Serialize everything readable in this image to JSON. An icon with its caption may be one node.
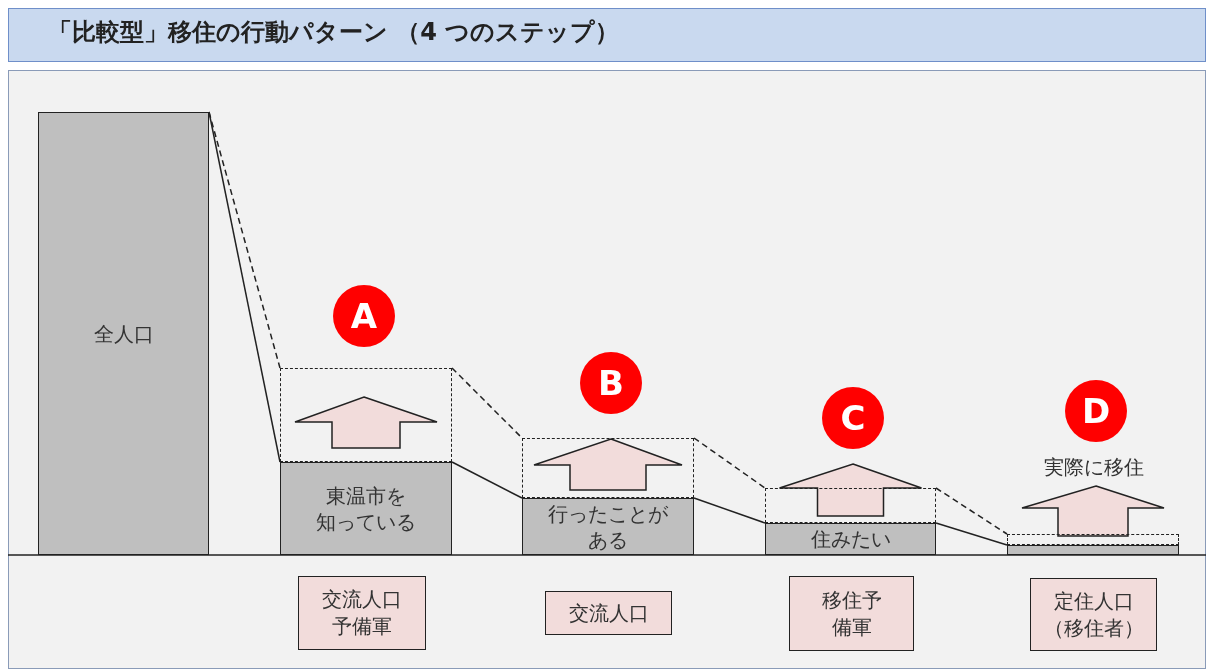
{
  "diagram": {
    "title": "「比較型」移住の行動パターン （4 つのステップ）",
    "nodes": [
      {
        "text": [
          "全人口"
        ]
      },
      {
        "text": [
          "A"
        ]
      },
      {
        "text": [
          "B"
        ]
      },
      {
        "text": [
          "C"
        ]
      },
      {
        "text": [
          "D"
        ]
      },
      {
        "text": [],
        "shape": "box"
      },
      {
        "text": [],
        "shape": "box"
      },
      {
        "text": [],
        "shape": "box"
      },
      {
        "text": [],
        "shape": "box"
      },
      {
        "text": [
          "東温市を知っている"
        ]
      },
      {
        "text": [
          "行ったことがある"
        ]
      },
      {
        "text": [
          "住みたい"
        ]
      },
      {
        "text": [],
        "shape": "bar"
      },
      {
        "text": [
          "交流人口予備軍"
        ]
      },
      {
        "text": [
          "交流人口"
        ]
      },
      {
        "text": [
          "移住予備軍"
        ]
      },
      {
        "text": [
          "定住人口（移住者）"
        ]
      }
    ],
    "edges": [
      {
        "from": 0,
        "to": 9,
        "arrow": "none"
      },
      {
        "from": 9,
        "to": 10,
        "arrow": "none"
      },
      {
        "from": 10,
        "to": 11,
        "arrow": "none"
      },
      {
        "from": 11,
        "to": 12,
        "arrow": "none"
      },
      {
        "from": 0,
        "to": 5,
        "arrow": "none",
        "style": "dashed"
      },
      {
        "from": 5,
        "to": 6,
        "arrow": "none",
        "style": "dashed"
      },
      {
        "from": 6,
        "to": 7,
        "arrow": "none",
        "style": "dashed"
      },
      {
        "from": 7,
        "to": 8,
        "arrow": "none",
        "style": "dashed"
      },
      {
        "from": 9,
        "to": 1,
        "arrow": "to",
        "style": "thick"
      },
      {
        "from": 10,
        "to": 2,
        "arrow": "to",
        "style": "thick"
      },
      {
        "from": 11,
        "to": 3,
        "arrow": "to",
        "style": "thick"
      },
      {
        "from": 12,
        "to": 4,
        "arrow": "to",
        "style": "thick"
      }
    ],
    "labels": [
      "実際に移住"
    ]
  }
}
